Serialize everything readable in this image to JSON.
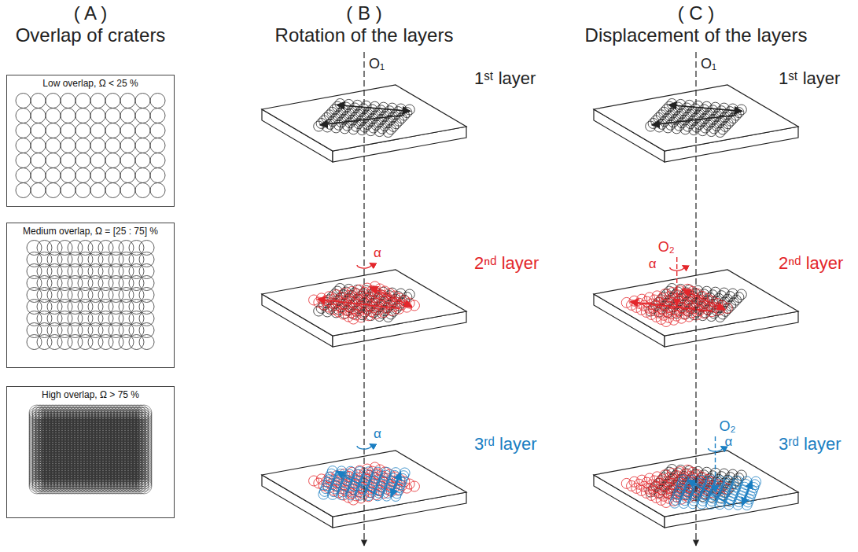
{
  "diagram": {
    "nodes": [
      {
        "text": [
          "Low overlap, Ω < 25 %"
        ]
      },
      {
        "text": [
          "Medium overlap, Ω = [25 : 75] %"
        ]
      },
      {
        "text": [
          "High overlap, Ω > 75 %"
        ]
      }
    ],
    "labels": [
      "( A )",
      "Overlap of craters",
      "( B )",
      "Rotation of the layers",
      "( C )",
      "Displacement of the layers",
      "O₁",
      "1ˢᵗ layer",
      "α",
      "2ⁿᵈ layer",
      "α",
      "3ʳᵈ layer",
      "O₁",
      "1ˢᵗ layer",
      "O₂",
      "α",
      "2ⁿᵈ layer",
      "O₂",
      "α",
      "3ʳᵈ layer"
    ]
  }
}
